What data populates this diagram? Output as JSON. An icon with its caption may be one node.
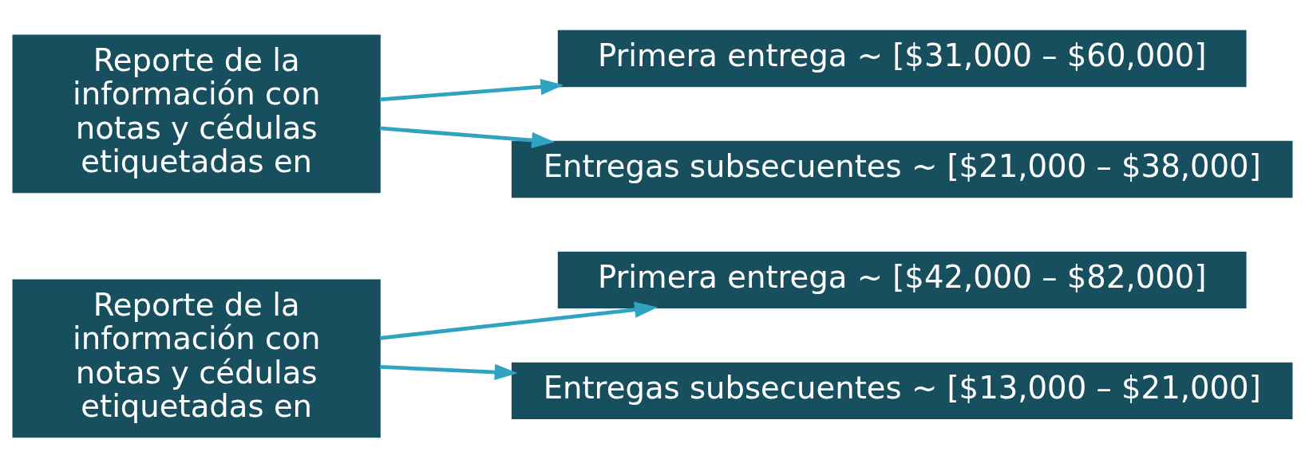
{
  "diagram": {
    "nodes": [
      {
        "text": [
          "Reporte de la información con notas y cédulas etiquetadas en"
        ]
      },
      {
        "text": [
          "Primera entrega ~ [$42,000 – $82,000]"
        ]
      },
      {
        "text": [
          "Entregas subsecuentes ~ [$13,000 – $21,000]"
        ]
      },
      {
        "text": [
          "Reporte de la información con notas y cédulas etiquetadas en"
        ]
      },
      {
        "text": [
          "Primera entrega ~ [$31,000 – $60,000]"
        ]
      },
      {
        "text": [
          "Entregas subsecuentes ~ [$21,000 – $38,000]"
        ]
      }
    ],
    "edges": [
      {
        "from": 0,
        "to": 1,
        "arrow": "to"
      },
      {
        "from": 0,
        "to": 2,
        "arrow": "to"
      },
      {
        "from": 3,
        "to": 4,
        "arrow": "to"
      },
      {
        "from": 3,
        "to": 5,
        "arrow": "to"
      }
    ]
  }
}
